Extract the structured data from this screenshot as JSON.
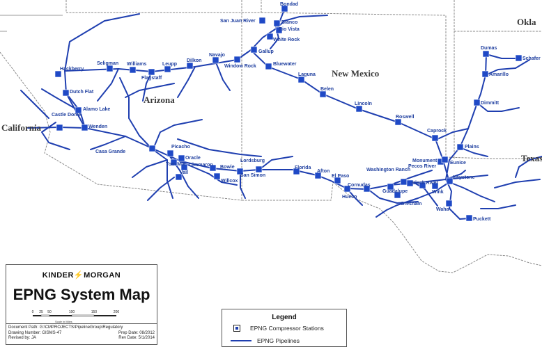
{
  "map": {
    "states": [
      {
        "key": "okla",
        "label": "Okla"
      },
      {
        "key": "new-mexico",
        "label": "New Mexico"
      },
      {
        "key": "arizona",
        "label": "Arizona"
      },
      {
        "key": "california",
        "label": "California"
      },
      {
        "key": "texas",
        "label": "Texas"
      }
    ],
    "stations": [
      "Bondad",
      "San Juan River",
      "Blanco",
      "Rio Vista",
      "White Rock",
      "Gallup",
      "Navajo",
      "Window Rock",
      "Bluewater",
      "Laguna",
      "Belen",
      "Lincoln",
      "Roswell",
      "Caprock",
      "Dumas",
      "Schafer",
      "Amarillo",
      "Dimmitt",
      "Plains",
      "Hackberry",
      "Seligman",
      "Williams",
      "Flagstaff",
      "Leupp",
      "Dilkon",
      "Dutch Flat",
      "Alamo Lake",
      "Castle Dome",
      "Wenden",
      "Casa Grande",
      "Picacho",
      "Tom Mix",
      "Oracle",
      "Cimmaron",
      "Vail",
      "Bowie",
      "Willcox",
      "San Simon",
      "Lordsburg",
      "Florida",
      "Afton",
      "El Paso",
      "Washington Ranch",
      "Monument",
      "Pecos River",
      "Eunice",
      "Keystone",
      "Cornudas",
      "Hueco",
      "Black River",
      "Guadalupe",
      "Wink",
      "Gresham",
      "Waha",
      "Puckett"
    ]
  },
  "colors": {
    "pipeline": "#1f3fb0",
    "station": "#1f49c6",
    "border": "#8a8a8a",
    "label": "#1f3f9f"
  },
  "titleblock": {
    "logo_left": "KINDER",
    "logo_right": "MORGAN",
    "title": "EPNG System Map",
    "scale_ticks": [
      "0",
      "25",
      "50",
      "100",
      "150",
      "200"
    ],
    "scale_units": "Scale in Miles",
    "document_path": "Document Path: G:\\CMPROJECTS\\PipelineGroup\\Regulatory",
    "drawing_number": "Drawing Number: GISMS-47",
    "prep_date": "Prep Date: 08/2012",
    "revised_by": "Revised by: JA",
    "rev_date": "Rev Date: 5/1/2014"
  },
  "legend": {
    "title": "Legend",
    "stations_label": "EPNG Compressor Stations",
    "pipelines_label": "EPNG Pipelines"
  }
}
